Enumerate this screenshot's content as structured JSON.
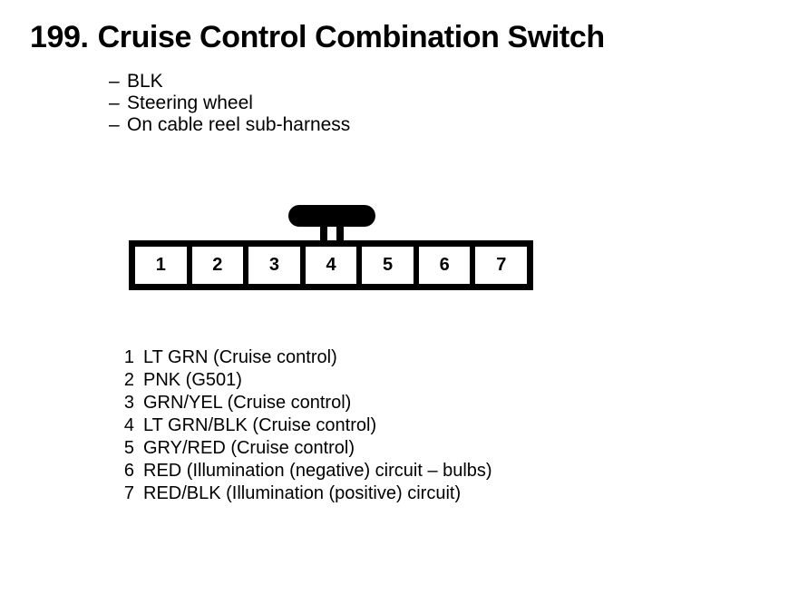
{
  "page": {
    "background": "#ffffff",
    "ink": "#000000"
  },
  "title": {
    "number": "199.",
    "name": "Cruise Control Combination Switch"
  },
  "attributes": {
    "dash": "–",
    "items": [
      "BLK",
      "Steering wheel",
      "On cable reel sub-harness"
    ]
  },
  "connector": {
    "type": "7-pin inline connector with locking tab",
    "tab_position_over_pin": "4",
    "pins": [
      "1",
      "2",
      "3",
      "4",
      "5",
      "6",
      "7"
    ]
  },
  "pin_legend": [
    {
      "number": "1",
      "description": "LT GRN (Cruise control)"
    },
    {
      "number": "2",
      "description": "PNK (G501)"
    },
    {
      "number": "3",
      "description": "GRN/YEL (Cruise control)"
    },
    {
      "number": "4",
      "description": "LT GRN/BLK (Cruise control)"
    },
    {
      "number": "5",
      "description": "GRY/RED (Cruise control)"
    },
    {
      "number": "6",
      "description": "RED (Illumination (negative) circuit – bulbs)"
    },
    {
      "number": "7",
      "description": "RED/BLK (Illumination (positive) circuit)"
    }
  ]
}
